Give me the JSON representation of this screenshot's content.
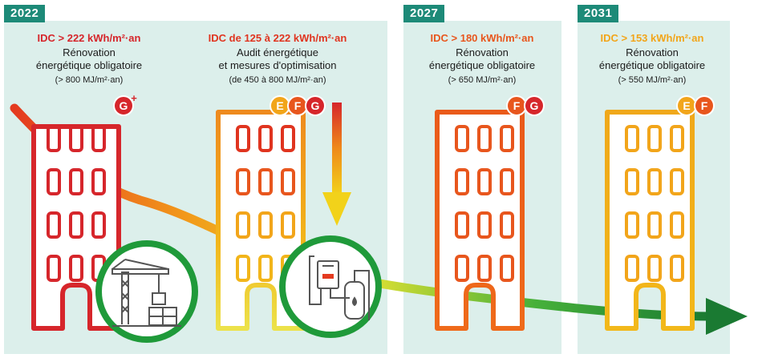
{
  "colors": {
    "panel_bg": "#dcefeb",
    "year_tag": "#1d8a78",
    "class_g": "#d6262b",
    "class_f": "#e8561d",
    "class_e": "#f2a51a",
    "circle_green": "#1f9a3a",
    "arrow_green": "#1a7a32"
  },
  "stages": [
    {
      "year": "2022",
      "idc": "IDC > 222 kWh/m²·an",
      "desc_line1": "Rénovation",
      "desc_line2": "énergétique obligatoire",
      "sub": "(> 800 MJ/m²·an)",
      "badges": [
        "G+"
      ]
    },
    {
      "year": "",
      "idc": "IDC de 125 à 222 kWh/m²·an",
      "desc_line1": "Audit énergétique",
      "desc_line2": "et mesures d'optimisation",
      "sub": "(de 450 à 800 MJ/m²·an)",
      "badges": [
        "E",
        "F",
        "G"
      ]
    },
    {
      "year": "2027",
      "idc": "IDC > 180 kWh/m²·an",
      "desc_line1": "Rénovation",
      "desc_line2": "énergétique obligatoire",
      "sub": "(> 650 MJ/m²·an)",
      "badges": [
        "F",
        "G"
      ]
    },
    {
      "year": "2031",
      "idc": "IDC > 153 kWh/m²·an",
      "desc_line1": "Rénovation",
      "desc_line2": "énergétique obligatoire",
      "sub": "(> 550 MJ/m²·an)",
      "badges": [
        "E",
        "F"
      ]
    }
  ],
  "icons": [
    "construction-crane-icon",
    "boiler-heating-icon"
  ]
}
